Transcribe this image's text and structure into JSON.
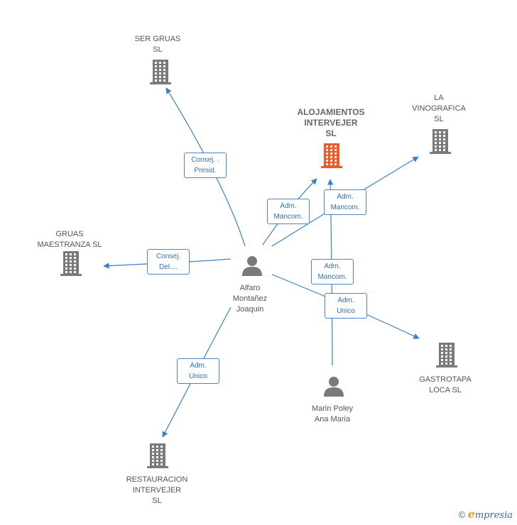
{
  "colors": {
    "edge": "#3a7fd0",
    "building": "#7a7a7a",
    "building_highlight": "#f05a28",
    "person": "#7a7a7a"
  },
  "nodes": [
    {
      "id": "ser-gruas",
      "label": "SER GRUAS\nSL",
      "type": "company"
    },
    {
      "id": "alojamientos",
      "label": "ALOJAMIENTOS\nINTERVEJER\nSL",
      "type": "company",
      "highlight": true
    },
    {
      "id": "la-vinografica",
      "label": "LA\nVINOGRAFICA\nSL",
      "type": "company"
    },
    {
      "id": "gruas-maestranza",
      "label": "GRUAS\nMAESTRANZA SL",
      "type": "company"
    },
    {
      "id": "alfaro",
      "label": "Alfaro\nMontañez\nJoaquin",
      "type": "person"
    },
    {
      "id": "gastrotapa",
      "label": "GASTROTAPA\nLOCA  SL",
      "type": "company"
    },
    {
      "id": "marin",
      "label": "Marin Poley\nAna Maria",
      "type": "person"
    },
    {
      "id": "restauracion",
      "label": "RESTAURACION\nINTERVEJER\nSL",
      "type": "company"
    }
  ],
  "edges": [
    {
      "from": "alfaro",
      "to": "ser-gruas",
      "label": "Consej. .\nPresid."
    },
    {
      "from": "alfaro",
      "to": "gruas-maestranza",
      "label": "Consej.\nDel...."
    },
    {
      "from": "alfaro",
      "to": "alojamientos",
      "label": "Adm.\nMancom."
    },
    {
      "from": "alfaro",
      "to": "la-vinografica",
      "label": "Adm.\nMancom."
    },
    {
      "from": "marin",
      "to": "alojamientos",
      "label": "Adm.\nMancom."
    },
    {
      "from": "alfaro",
      "to": "gastrotapa",
      "label": "Adm.\nUnico"
    },
    {
      "from": "alfaro",
      "to": "restauracion",
      "label": "Adm.\nUnico"
    }
  ],
  "footer": {
    "copyright": "©",
    "brand_initial": "e",
    "brand_rest": "mpresia"
  }
}
